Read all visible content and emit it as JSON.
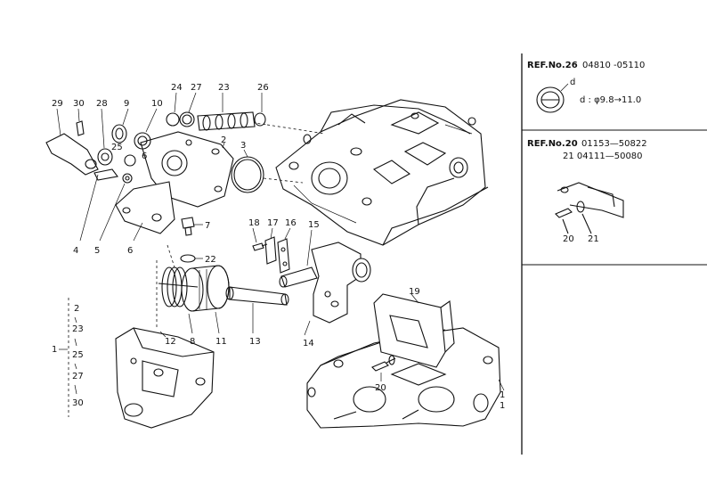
{
  "labels": {
    "l29": "29",
    "l30": "30",
    "l28": "28",
    "l9": "9",
    "l10": "10",
    "l24": "24",
    "l27": "27",
    "l23": "23",
    "l26": "26",
    "l2": "2",
    "l3": "3",
    "l25": "25",
    "l6a": "6",
    "l4": "4",
    "l5": "5",
    "l6": "6",
    "l7": "7",
    "l22": "22",
    "l18": "18",
    "l17": "17",
    "l16": "16",
    "l15": "15",
    "l8": "8",
    "l11": "11",
    "l12": "12",
    "l13": "13",
    "l14": "14",
    "l19": "19",
    "l20": "20",
    "l1": "1",
    "l1b": "1",
    "l20b": "20",
    "l21b": "21"
  },
  "assembly_list": [
    "2",
    "23",
    "25",
    "27",
    "30"
  ],
  "assembly_ref": "1",
  "ref_boxes": {
    "box1_title": "REF.No.26",
    "box1_range": "04810 -05110",
    "box1_spec": "d : φ9.8→11.0",
    "box1_d": "d",
    "box2_title": "REF.No.20",
    "box2_range1": "01153—50822",
    "box2_line2": "21  04111—50080"
  }
}
